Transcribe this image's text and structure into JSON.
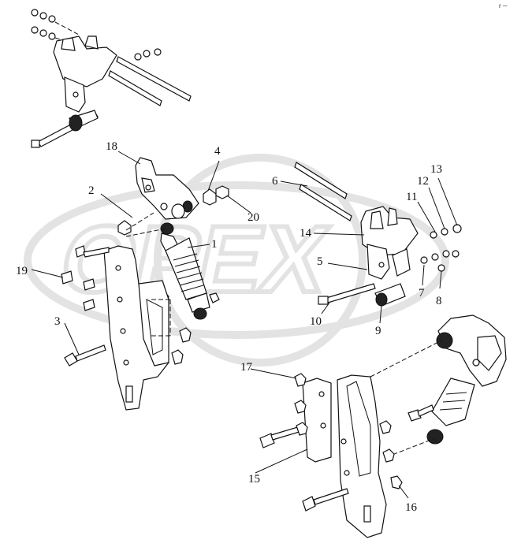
{
  "corner_mark": "r ─",
  "watermark": "OPEX",
  "labels": {
    "l1": "1",
    "l2": "2",
    "l3": "3",
    "l4": "4",
    "l5": "5",
    "l6": "6",
    "l7": "7",
    "l8": "8",
    "l9": "9",
    "l10": "10",
    "l11": "11",
    "l12": "12",
    "l13": "13",
    "l14": "14",
    "l15": "15",
    "l16": "16",
    "l17": "17",
    "l18": "18",
    "l19": "19",
    "l20": "20"
  }
}
